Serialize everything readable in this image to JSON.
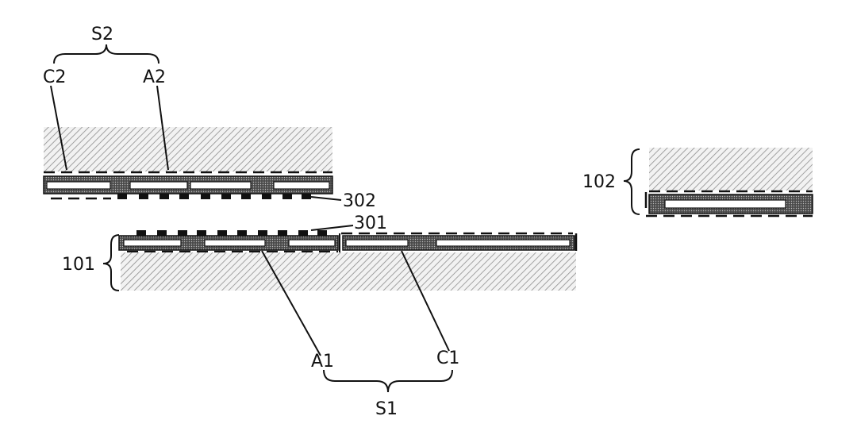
{
  "labels": {
    "s2": "S2",
    "c2": "C2",
    "a2": "A2",
    "l302": "302",
    "l301": "301",
    "l101": "101",
    "l102": "102",
    "a1": "A1",
    "c1": "C1",
    "s1": "S1"
  },
  "colors": {
    "ink": "#111111",
    "hatch": "#9a9a9a",
    "dark_pad": "#3a3a3a",
    "background": "#ffffff"
  }
}
